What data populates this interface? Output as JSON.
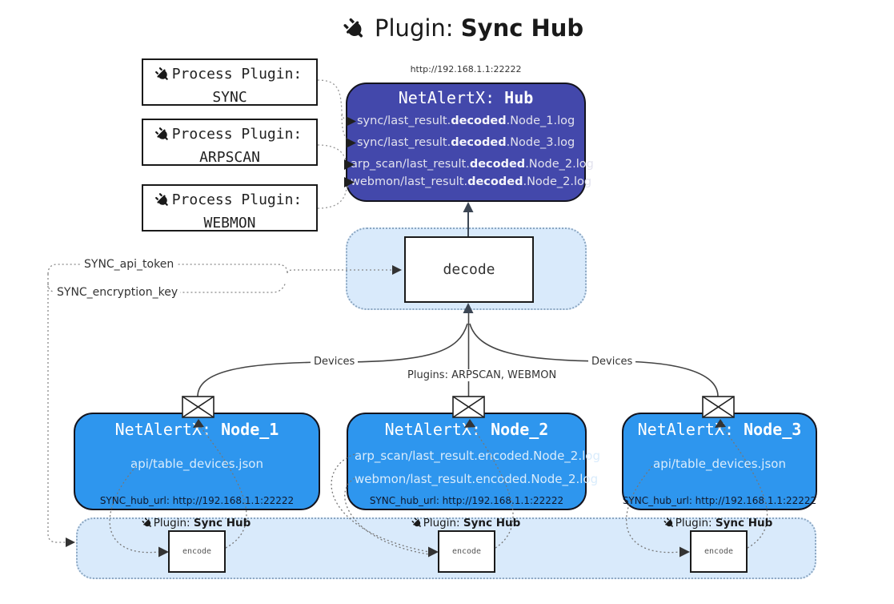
{
  "title": {
    "prefix": "Plugin: ",
    "name": "Sync Hub"
  },
  "process_plugins": [
    {
      "label": "Process Plugin:",
      "name": "SYNC"
    },
    {
      "label": "Process Plugin:",
      "name": "ARPSCAN"
    },
    {
      "label": "Process Plugin:",
      "name": "WEBMON"
    }
  ],
  "hub": {
    "url": "http://192.168.1.1:22222",
    "title_prefix": "NetAlertX: ",
    "title_name": "Hub",
    "logs": [
      {
        "pre": "sync/last_result.",
        "mid": "decoded",
        "post": ".Node_1.log"
      },
      {
        "pre": "sync/last_result.",
        "mid": "decoded",
        "post": ".Node_3.log"
      },
      {
        "pre": "arp_scan/last_result.",
        "mid": "decoded",
        "post": ".Node_2.log"
      },
      {
        "pre": "webmon/last_result.",
        "mid": "decoded",
        "post": ".Node_2.log"
      }
    ]
  },
  "decode_label": "decode",
  "keys": {
    "api_token": "SYNC_api_token",
    "encryption_key": "SYNC_encryption_key"
  },
  "edge_labels": {
    "devices_left": "Devices",
    "plugins_center": "Plugins: ARPSCAN, WEBMON",
    "devices_right": "Devices"
  },
  "nodes": [
    {
      "title_prefix": "NetAlertX: ",
      "title_name": "Node_1",
      "lines": [
        "api/table_devices.json"
      ],
      "hub_url": "SYNC_hub_url: http://192.168.1.1:22222"
    },
    {
      "title_prefix": "NetAlertX: ",
      "title_name": "Node_2",
      "lines": [
        "arp_scan/last_result.encoded.Node_2.log",
        "webmon/last_result.encoded.Node_2.log"
      ],
      "hub_url": "SYNC_hub_url: http://192.168.1.1:22222"
    },
    {
      "title_prefix": "NetAlertX: ",
      "title_name": "Node_3",
      "lines": [
        "api/table_devices.json"
      ],
      "hub_url": "SYNC_hub_url: http://192.168.1.1:22222"
    }
  ],
  "encoders": [
    {
      "plugin_prefix": "Plugin: ",
      "plugin_name": "Sync Hub",
      "label": "encode"
    },
    {
      "plugin_prefix": "Plugin: ",
      "plugin_name": "Sync Hub",
      "label": "encode"
    },
    {
      "plugin_prefix": "Plugin: ",
      "plugin_name": "Sync Hub",
      "label": "encode"
    }
  ],
  "colors": {
    "hub_fill": "#4348ab",
    "node_fill": "#2e96ee",
    "panel_fill": "#d9eafb",
    "panel_border": "#8ba6c1",
    "line": "#444444",
    "hub_text": "#e2e2ee",
    "node_text": "#d9ecfc"
  }
}
